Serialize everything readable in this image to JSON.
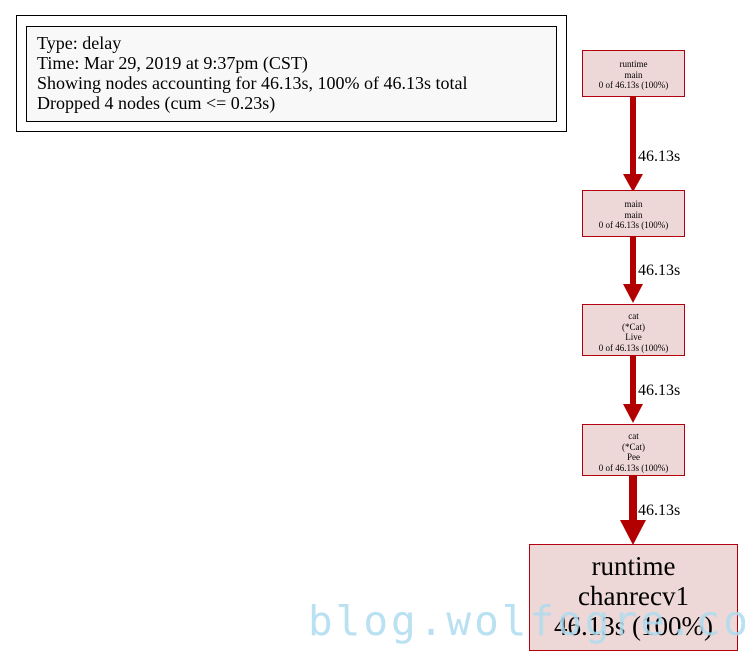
{
  "legend": {
    "type": "Type: delay",
    "time": "Time: Mar 29, 2019 at 9:37pm (CST)",
    "showing": "Showing nodes accounting for 46.13s, 100% of 46.13s total",
    "dropped": "Dropped 4 nodes (cum <= 0.23s)"
  },
  "nodes": {
    "runtime_main": {
      "lines": [
        "runtime",
        "main",
        "0 of 46.13s (100%)"
      ]
    },
    "main_main": {
      "lines": [
        "main",
        "main",
        "0 of 46.13s (100%)"
      ]
    },
    "cat_live": {
      "lines": [
        "cat",
        "(*Cat)",
        "Live",
        "0 of 46.13s (100%)"
      ]
    },
    "cat_pee": {
      "lines": [
        "cat",
        "(*Cat)",
        "Pee",
        "0 of 46.13s (100%)"
      ]
    },
    "runtime_chanrecv1": {
      "lines": [
        "runtime",
        "chanrecv1",
        "46.13s (100%)"
      ]
    }
  },
  "edges": [
    {
      "from": "runtime_main",
      "to": "main_main",
      "label": "46.13s"
    },
    {
      "from": "main_main",
      "to": "cat_live",
      "label": "46.13s"
    },
    {
      "from": "cat_live",
      "to": "cat_pee",
      "label": "46.13s"
    },
    {
      "from": "cat_pee",
      "to": "runtime_chanrecv1",
      "label": "46.13s"
    }
  ],
  "colors": {
    "edge": "#b20000",
    "node_border": "#b2000f",
    "node_fill": "#eed7d7",
    "watermark": "#aedcef"
  },
  "watermark": "blog.wolfogre.com"
}
